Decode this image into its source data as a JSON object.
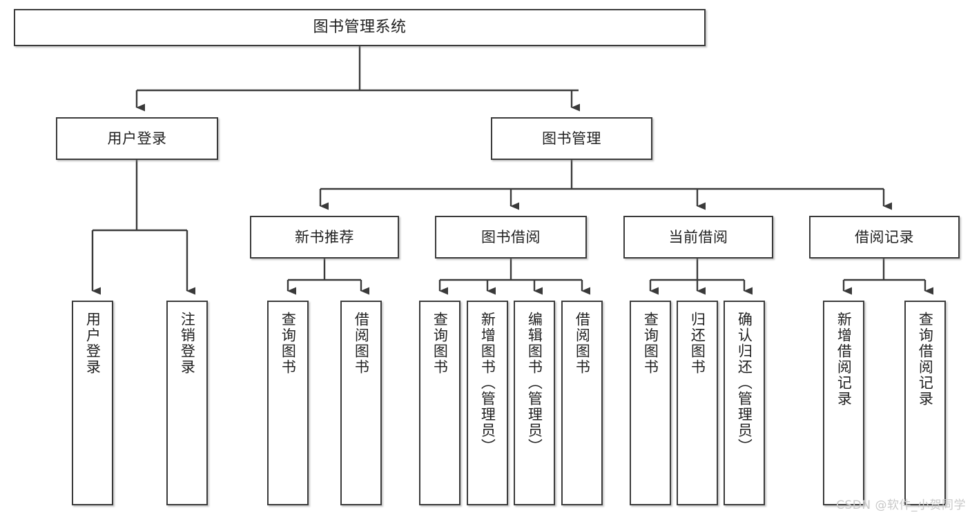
{
  "diagram": {
    "title": "图书管理系统",
    "style": {
      "box_fill": "#ffffff",
      "box_border": "#3a3a3a",
      "line_color": "#3a3a3a",
      "text_color": "#1f1f1f",
      "background": "#ffffff",
      "watermark_color": "#c9c9c9"
    },
    "root": {
      "label": "图书管理系统"
    },
    "level2": [
      {
        "label": "用户登录"
      },
      {
        "label": "图书管理"
      }
    ],
    "level3": [
      {
        "label": "新书推荐"
      },
      {
        "label": "图书借阅"
      },
      {
        "label": "当前借阅"
      },
      {
        "label": "借阅记录"
      }
    ],
    "leaves": {
      "user_login": [
        {
          "label": "用户登录"
        },
        {
          "label": "注销登录"
        }
      ],
      "new_book_recommend": [
        {
          "label": "查询图书"
        },
        {
          "label": "借阅图书"
        }
      ],
      "book_borrow": [
        {
          "label": "查询图书"
        },
        {
          "label": "新增图书（管理员）"
        },
        {
          "label": "编辑图书（管理员）"
        },
        {
          "label": "借阅图书"
        }
      ],
      "current_borrow": [
        {
          "label": "查询图书"
        },
        {
          "label": "归还图书"
        },
        {
          "label": "确认归还（管理员）"
        }
      ],
      "borrow_record": [
        {
          "label": "新增借阅记录"
        },
        {
          "label": "查询借阅记录"
        }
      ]
    }
  },
  "watermark": {
    "text": "CSDN @软件_小贺同学"
  }
}
